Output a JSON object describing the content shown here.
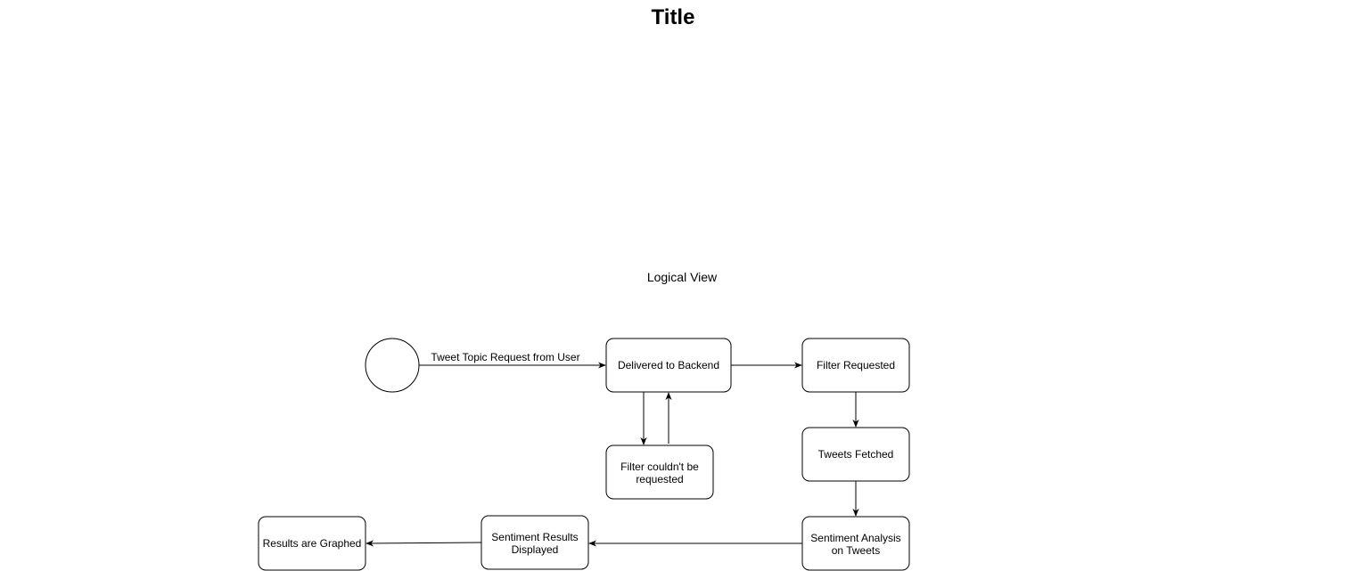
{
  "title": "Title",
  "subtitle": "Logical View",
  "nodes": {
    "start": {
      "label": ""
    },
    "delivered": {
      "label": "Delivered to Backend"
    },
    "filter_requested": {
      "label": "Filter Requested"
    },
    "filter_failed": {
      "line1": "Filter couldn't be",
      "line2": "requested"
    },
    "tweets_fetched": {
      "label": "Tweets Fetched"
    },
    "sentiment_analysis": {
      "line1": "Sentiment Analysis",
      "line2": "on Tweets"
    },
    "sentiment_displayed": {
      "line1": "Sentiment Results",
      "line2": "Displayed"
    },
    "results_graphed": {
      "label": "Results are Graphed"
    }
  },
  "edges": {
    "start_to_delivered": {
      "label": "Tweet Topic Request from User"
    }
  }
}
